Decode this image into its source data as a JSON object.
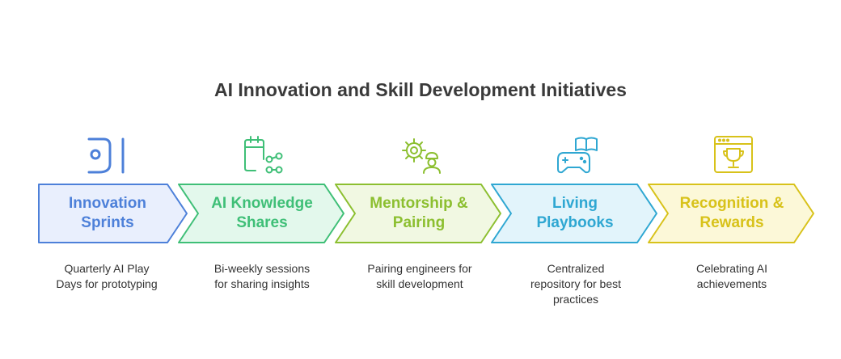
{
  "title": "AI Innovation and Skill Development Initiatives",
  "steps": [
    {
      "label": "Innovation\nSprints",
      "description": "Quarterly AI Play\nDays for prototyping",
      "icon": "sprint-icon",
      "fill": "#e9effd",
      "stroke": "#4d80d9",
      "text_color": "#4d80d9"
    },
    {
      "label": "AI Knowledge\nShares",
      "description": "Bi-weekly sessions\nfor sharing insights",
      "icon": "calendar-share-icon",
      "fill": "#e3f8ec",
      "stroke": "#3fbf77",
      "text_color": "#3fbf77"
    },
    {
      "label": "Mentorship &\nPairing",
      "description": "Pairing engineers for\nskill development",
      "icon": "gear-worker-icon",
      "fill": "#f1f8e2",
      "stroke": "#8cbf30",
      "text_color": "#8cbf30"
    },
    {
      "label": "Living\nPlaybooks",
      "description": "Centralized\nrepository for best\npractices",
      "icon": "gamepad-book-icon",
      "fill": "#e2f4fb",
      "stroke": "#2fa7d2",
      "text_color": "#2fa7d2"
    },
    {
      "label": "Recognition &\nRewards",
      "description": "Celebrating AI\nachievements",
      "icon": "trophy-icon",
      "fill": "#fcf8d8",
      "stroke": "#d8c21a",
      "text_color": "#d8c21a"
    }
  ]
}
